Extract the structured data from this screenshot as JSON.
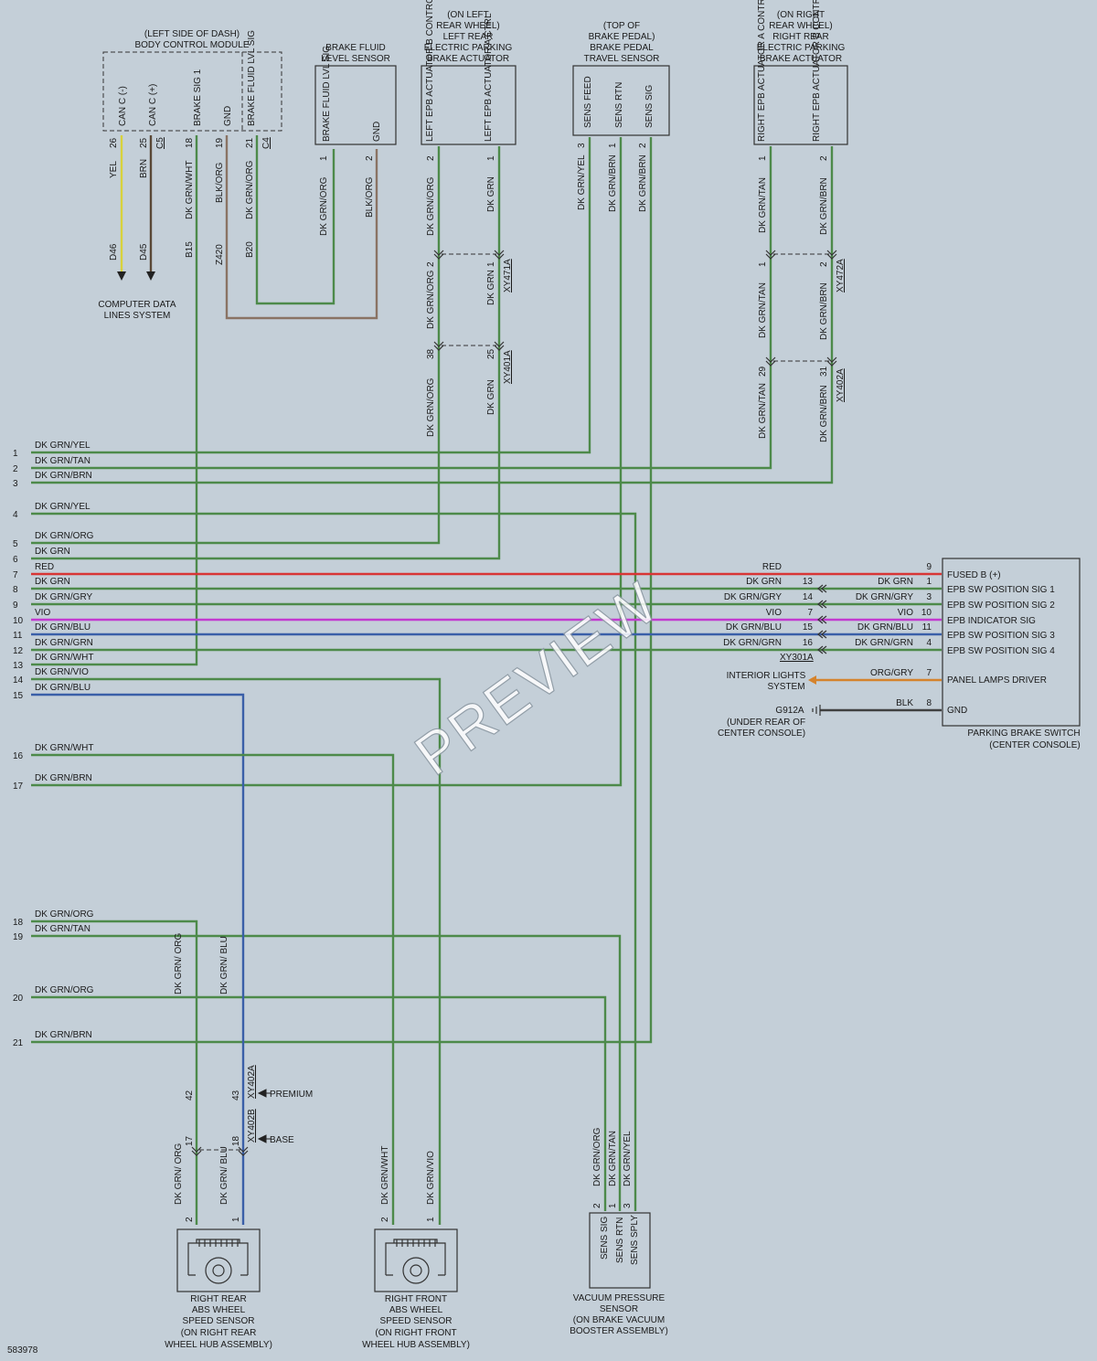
{
  "diagram_id": "583978",
  "watermark": "PREVIEW",
  "colors": {
    "grn": "#4d8a4a",
    "blu": "#3a5fa8",
    "red": "#d83535",
    "vio": "#c23ad0",
    "yel": "#d8d23c",
    "brn": "#5a4836",
    "blkorg": "#8a7364",
    "org": "#d5832c",
    "blk": "#404040"
  },
  "components": {
    "bcm": {
      "title": [
        "(LEFT SIDE OF DASH)",
        "BODY CONTROL MODULE"
      ],
      "pins": [
        "CAN C (-)",
        "CAN C (+)",
        "BRAKE SIG 1",
        "GND",
        "BRAKE FLUID LVL SIG"
      ],
      "connectors": [
        "C5",
        "C4"
      ]
    },
    "fluid_sensor": {
      "title": [
        "BRAKE FLUID",
        "LEVEL SENSOR"
      ],
      "pins": [
        "BRAKE FLUID LVL SIG",
        "GND"
      ]
    },
    "left_epb": {
      "title": [
        "(ON LEFT",
        "REAR WHEEL)",
        "LEFT REAR",
        "ELECTRIC PARKING",
        "BRAKE ACTUATOR"
      ],
      "pins": [
        "LEFT EPB ACTUATOR B CONTROL",
        "LEFT EPB ACTUATOR A CTRL"
      ]
    },
    "pedal_sensor": {
      "title": [
        "(TOP OF",
        "BRAKE PEDAL)",
        "BRAKE PEDAL",
        "TRAVEL SENSOR"
      ],
      "pins": [
        "SENS FEED",
        "SENS RTN",
        "SENS SIG"
      ]
    },
    "right_epb": {
      "title": [
        "(ON RIGHT",
        "REAR WHEEL)",
        "RIGHT REAR",
        "ELECTRIC PARKING",
        "BRAKE ACTUATOR"
      ],
      "pins": [
        "RIGHT EPB ACTUATOR A CONTROL",
        "RIGHT EPB ACTUATOR B CONTROL"
      ]
    },
    "computer_data": [
      "COMPUTER DATA",
      "LINES SYSTEM"
    ],
    "switch": {
      "title": [
        "PARKING BRAKE SWITCH",
        "(CENTER CONSOLE)"
      ],
      "pins": [
        "FUSED B (+)",
        "EPB SW POSITION SIG 1",
        "EPB SW POSITION SIG 2",
        "EPB INDICATOR SIG",
        "EPB SW POSITION SIG 3",
        "EPB SW POSITION SIG 4",
        "PANEL LAMPS DRIVER",
        "GND"
      ],
      "connector": "XY301A"
    },
    "interior_lights": [
      "INTERIOR LIGHTS",
      "SYSTEM"
    ],
    "ground": {
      "id": "G912A",
      "desc": [
        "(UNDER REAR OF",
        "CENTER CONSOLE)"
      ]
    },
    "rr_abs": {
      "title": [
        "RIGHT REAR",
        "ABS WHEEL",
        "SPEED SENSOR",
        "(ON RIGHT REAR",
        "WHEEL HUB ASSEMBLY)"
      ]
    },
    "rf_abs": {
      "title": [
        "RIGHT FRONT",
        "ABS WHEEL",
        "SPEED SENSOR",
        "(ON RIGHT FRONT",
        "WHEEL HUB ASSEMBLY)"
      ]
    },
    "vacuum": {
      "title": [
        "VACUUM PRESSURE",
        "SENSOR",
        "(ON BRAKE VACUUM",
        "BOOSTER ASSEMBLY)"
      ],
      "pins": [
        "SENS SIG",
        "SENS RTN",
        "SENS SPLY"
      ]
    }
  },
  "connectors": [
    "XY471A",
    "XY401A",
    "XY472A",
    "XY402A",
    "XY402A",
    "XY402B"
  ],
  "variants": [
    "PREMIUM",
    "BASE"
  ],
  "wires": {
    "bcm_can_minus": {
      "color": "YEL",
      "pin": "26",
      "circuit": "D46"
    },
    "bcm_can_plus": {
      "color": "BRN",
      "pin": "25",
      "circuit": "D45"
    },
    "bcm_brake_sig": {
      "color": "DK GRN/WHT",
      "pin": "18",
      "circuit": "B15"
    },
    "bcm_gnd": {
      "color": "BLK/ORG",
      "pin": "19",
      "circuit": "Z420"
    },
    "bcm_fluid": {
      "color": "DK GRN/ORG",
      "pin": "21",
      "circuit": "B20"
    },
    "fluid_sig": {
      "color": "DK GRN/ORG",
      "pin": "1"
    },
    "fluid_gnd": {
      "color": "BLK/ORG",
      "pin": "2"
    },
    "lepb_b": {
      "color": "DK GRN/ORG",
      "pins": [
        "2",
        "2",
        "38"
      ]
    },
    "lepb_a": {
      "color": "DK GRN",
      "pins": [
        "1",
        "1",
        "25"
      ]
    },
    "pedal_feed": {
      "color": "DK GRN/YEL",
      "pin": "3"
    },
    "pedal_rtn": {
      "color": "DK GRN/BRN",
      "pin": "1"
    },
    "pedal_sig": {
      "color": "DK GRN/BRN",
      "pin": "2"
    },
    "repb_a": {
      "color": "DK GRN/TAN",
      "pins": [
        "1",
        "1",
        "29"
      ]
    },
    "repb_b": {
      "color": "DK GRN/BRN",
      "pins": [
        "2",
        "2",
        "31"
      ]
    },
    "rr_abs_a": {
      "color": "DK GRN/ ORG",
      "pins": [
        "42",
        "17",
        "2"
      ]
    },
    "rr_abs_b": {
      "color": "DK GRN/ BLU",
      "pins": [
        "43",
        "18",
        "1"
      ]
    },
    "rf_abs_a": {
      "color": "DK GRN/WHT",
      "pin": "2"
    },
    "rf_abs_b": {
      "color": "DK GRN/VIO",
      "pin": "1"
    },
    "vac_sig": {
      "color": "DK GRN/ORG",
      "pin": "2"
    },
    "vac_rtn": {
      "color": "DK GRN/TAN",
      "pin": "1"
    },
    "vac_sply": {
      "color": "DK GRN/YEL",
      "pin": "3"
    }
  },
  "rows": [
    {
      "num": "1",
      "label": "DK GRN/YEL"
    },
    {
      "num": "2",
      "label": "DK GRN/TAN"
    },
    {
      "num": "3",
      "label": "DK GRN/BRN"
    },
    {
      "num": "4",
      "label": "DK GRN/YEL"
    },
    {
      "num": "5",
      "label": "DK GRN/ORG"
    },
    {
      "num": "6",
      "label": "DK GRN"
    },
    {
      "num": "7",
      "label": "RED"
    },
    {
      "num": "8",
      "label": "DK GRN"
    },
    {
      "num": "9",
      "label": "DK GRN/GRY"
    },
    {
      "num": "10",
      "label": "VIO"
    },
    {
      "num": "11",
      "label": "DK GRN/BLU"
    },
    {
      "num": "12",
      "label": "DK GRN/GRN"
    },
    {
      "num": "13",
      "label": "DK GRN/WHT"
    },
    {
      "num": "14",
      "label": "DK GRN/VIO"
    },
    {
      "num": "15",
      "label": "DK GRN/BLU"
    },
    {
      "num": "16",
      "label": "DK GRN/WHT"
    },
    {
      "num": "17",
      "label": "DK GRN/BRN"
    },
    {
      "num": "18",
      "label": "DK GRN/ORG"
    },
    {
      "num": "19",
      "label": "DK GRN/TAN"
    },
    {
      "num": "20",
      "label": "DK GRN/ORG"
    },
    {
      "num": "21",
      "label": "DK GRN/BRN"
    }
  ],
  "switch_wires": [
    {
      "left_label": "RED",
      "left_pin": "",
      "right_label": "",
      "right_pin": "9"
    },
    {
      "left_label": "DK GRN",
      "left_pin": "13",
      "right_label": "DK GRN",
      "right_pin": "1"
    },
    {
      "left_label": "DK GRN/GRY",
      "left_pin": "14",
      "right_label": "DK GRN/GRY",
      "right_pin": "3"
    },
    {
      "left_label": "VIO",
      "left_pin": "7",
      "right_label": "VIO",
      "right_pin": "10"
    },
    {
      "left_label": "DK GRN/BLU",
      "left_pin": "15",
      "right_label": "DK GRN/BLU",
      "right_pin": "11"
    },
    {
      "left_label": "DK GRN/GRN",
      "left_pin": "16",
      "right_label": "DK GRN/GRN",
      "right_pin": "4"
    },
    {
      "left_label": "",
      "left_pin": "",
      "right_label": "ORG/GRY",
      "right_pin": "7"
    },
    {
      "left_label": "",
      "left_pin": "",
      "right_label": "BLK",
      "right_pin": "8"
    }
  ]
}
